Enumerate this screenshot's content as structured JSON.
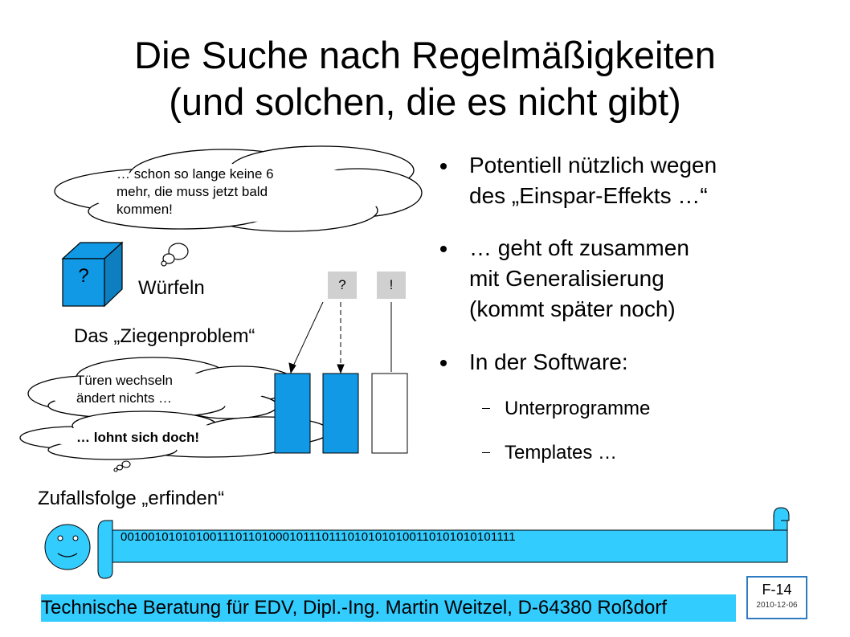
{
  "slide": {
    "title_line1": "Die Suche nach Regelmäßigkeiten",
    "title_line2": "(und solchen, die es nicht gibt)"
  },
  "bullets": [
    {
      "line1": "Potentiell nützlich wegen",
      "line2": "des „Einspar-Effekts …“"
    },
    {
      "line1": "… geht oft zusammen",
      "line2": "mit Generalisierung",
      "line3": "(kommt später noch)"
    },
    {
      "line1": "In der Software:"
    }
  ],
  "sub_bullets": [
    "Unterprogramme",
    "Templates …"
  ],
  "dice": {
    "thought_line1": "… schon so lange keine 6",
    "thought_line2": "mehr, die muss jetzt bald",
    "thought_line3": "kommen!",
    "cube_label": "?",
    "caption": "Würfeln"
  },
  "goat": {
    "caption": "Das „Ziegenproblem“",
    "box_question": "?",
    "box_exclaim": "!",
    "thought1_line1": "Türen wechseln",
    "thought1_line2": "ändert nichts …",
    "thought2": "… lohnt  sich doch!"
  },
  "random": {
    "caption": "Zufallsfolge „erfinden“",
    "sequence": "00100101010100111011010001011101110101010100110101010101111"
  },
  "footer": {
    "text": "Technische Beratung für EDV, Dipl.-Ing. Martin Weitzel, D-64380 Roßdorf",
    "slide_number": "F-14",
    "date": "2010-12-06"
  },
  "colors": {
    "door_blue": "#1199e6",
    "scroll_blue": "#33ccff",
    "footer_bg": "#33ccff"
  }
}
